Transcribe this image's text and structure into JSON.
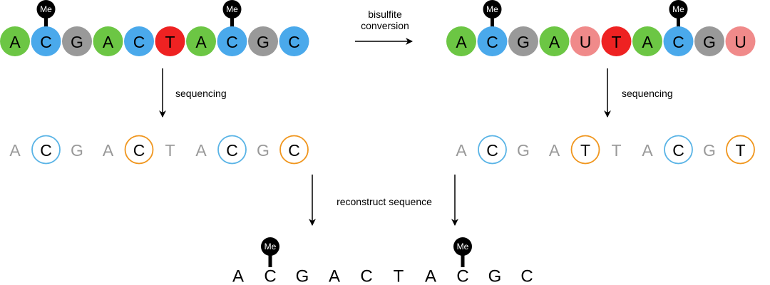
{
  "colors": {
    "A": "#6cc644",
    "C": "#4aa9eb",
    "G": "#999999",
    "T": "#ee2222",
    "U": "#f08a8a",
    "methyl_marker": "#000000",
    "methyl_text": "#ffffff",
    "read_letter": "#999999",
    "read_highlight_letter": "#000000",
    "ring_methylated": "#5ab4e6",
    "ring_converted": "#f0961e",
    "arrow": "#000000"
  },
  "methyl_label": "Me",
  "original_strand": {
    "bases": [
      "A",
      "C",
      "G",
      "A",
      "C",
      "T",
      "A",
      "C",
      "G",
      "C"
    ],
    "methylated": [
      1,
      7
    ]
  },
  "converted_strand": {
    "bases": [
      "A",
      "C",
      "G",
      "A",
      "U",
      "T",
      "A",
      "C",
      "G",
      "U"
    ],
    "methylated": [
      1,
      7
    ]
  },
  "read_original": {
    "bases": [
      "A",
      "C",
      "G",
      "A",
      "C",
      "T",
      "A",
      "C",
      "G",
      "C"
    ],
    "rings": [
      {
        "index": 1,
        "kind": "methylated"
      },
      {
        "index": 4,
        "kind": "converted"
      },
      {
        "index": 7,
        "kind": "methylated"
      },
      {
        "index": 9,
        "kind": "converted"
      }
    ]
  },
  "read_converted": {
    "bases": [
      "A",
      "C",
      "G",
      "A",
      "T",
      "T",
      "A",
      "C",
      "G",
      "T"
    ],
    "rings": [
      {
        "index": 1,
        "kind": "methylated"
      },
      {
        "index": 4,
        "kind": "converted"
      },
      {
        "index": 7,
        "kind": "methylated"
      },
      {
        "index": 9,
        "kind": "converted"
      }
    ]
  },
  "reconstructed": {
    "bases": [
      "A",
      "C",
      "G",
      "A",
      "C",
      "T",
      "A",
      "C",
      "G",
      "C"
    ],
    "methylated": [
      1,
      7
    ]
  },
  "labels": {
    "bisulfite_line1": "bisulfite",
    "bisulfite_line2": "conversion",
    "sequencing_left": "sequencing",
    "sequencing_right": "sequencing",
    "reconstruct": "reconstruct sequence"
  }
}
